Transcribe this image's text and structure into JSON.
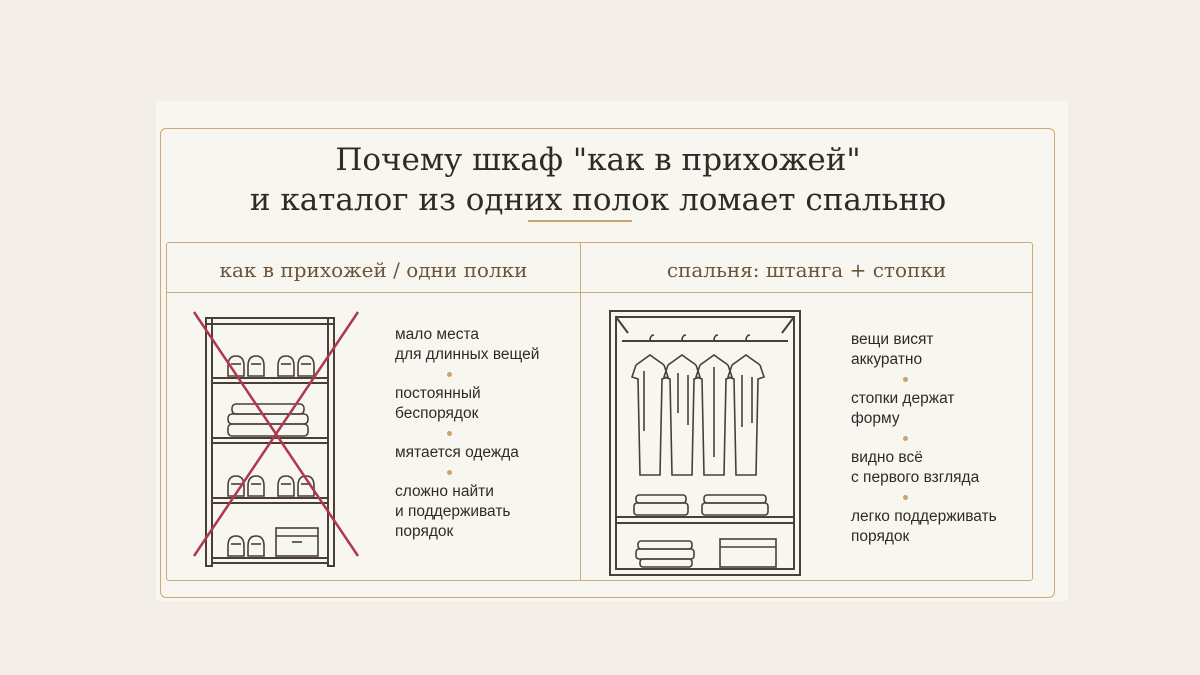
{
  "title": {
    "line1": "Почему шкаф \"как в прихожей\"",
    "line2": "и каталог из одних полок ломает спальню"
  },
  "left": {
    "heading": "как в прихожей / одни полки",
    "notes": [
      [
        "мало места",
        "для длинных вещей"
      ],
      [
        "постоянный",
        "беспорядок"
      ],
      [
        "мятается одежда"
      ],
      [
        "сложно найти",
        "и поддерживать",
        "порядок"
      ]
    ]
  },
  "right": {
    "heading": "спальня: штанга + стопки",
    "notes": [
      [
        "вещи висят",
        "аккуратно"
      ],
      [
        "стопки держат",
        "форму"
      ],
      [
        "видно всё",
        "с первого взгляда"
      ],
      [
        "легко поддерживать",
        "порядок"
      ]
    ]
  },
  "colors": {
    "accent": "#c9a46a",
    "ink": "#2f2a25",
    "cross": "#b0384c",
    "heading": "#6b5536"
  },
  "icons": [
    "shelf-rack-illustration",
    "red-cross-mark",
    "wardrobe-illustration"
  ]
}
